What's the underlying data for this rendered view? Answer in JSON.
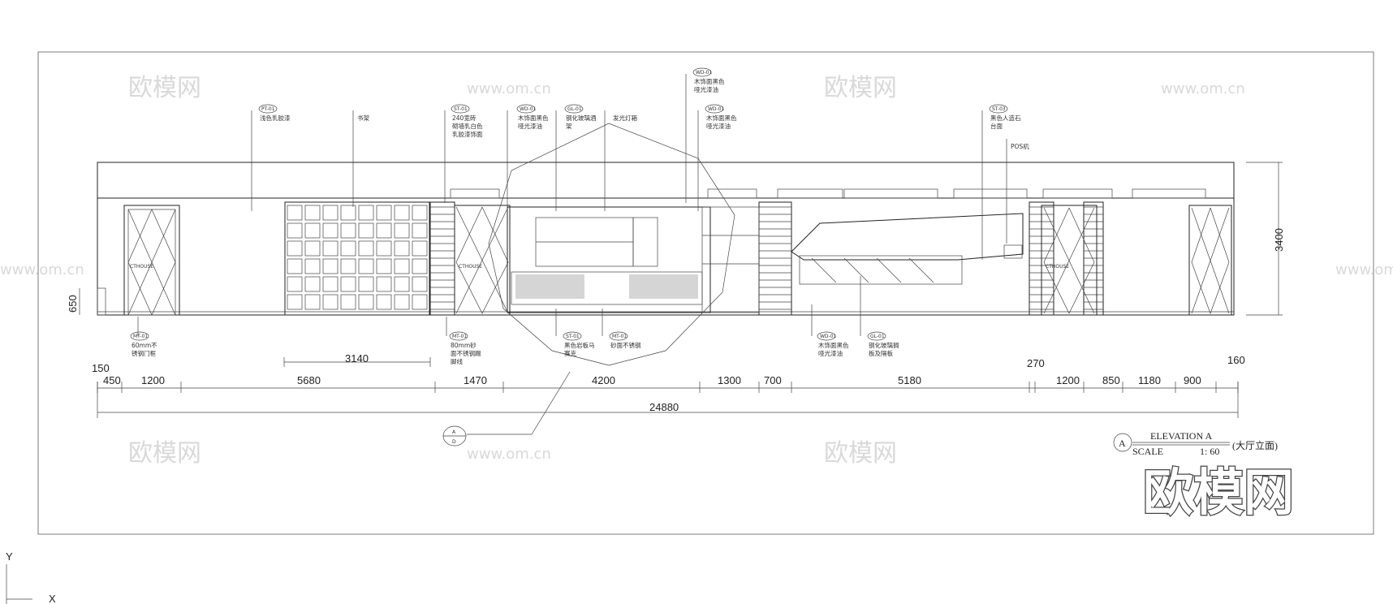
{
  "drawing": {
    "title": "ELEVATION A",
    "title_note": "(大厅立面)",
    "scale_label": "SCALE",
    "scale_value": "1: 60",
    "title_marker": "A",
    "section_marker_top": "A",
    "section_marker_bottom": "D",
    "height_dim": "3400",
    "base_dim": "650",
    "total_dim": "24880",
    "top_small_dims": [
      "150",
      "270",
      "160"
    ],
    "dims": [
      "450",
      "1200",
      "5680",
      "1470",
      "4200",
      "1300",
      "700",
      "5180",
      "1200",
      "850",
      "1180",
      "900"
    ],
    "sub_dim": "3140",
    "door_label": "CTHOUSE",
    "axis_y": "Y",
    "axis_x": "X"
  },
  "annotations": [
    {
      "tag": "PT-01",
      "text": "浅色乳胶漆"
    },
    {
      "tag": "",
      "text": "书架"
    },
    {
      "tag": "ST-01",
      "text": "240宽砖砌墙乳白色乳胶漆饰面"
    },
    {
      "tag": "WD-01",
      "text": "木饰面黑色哑光漆油"
    },
    {
      "tag": "GL-01",
      "text": "钢化玻璃酒架"
    },
    {
      "tag": "",
      "text": "发光灯箱"
    },
    {
      "tag": "WD-01",
      "text": "木饰面黑色哑光漆油"
    },
    {
      "tag": "WD-01",
      "text": "木饰面黑色哑光漆油"
    },
    {
      "tag": "ST-03",
      "text": "黑色人造石台面"
    },
    {
      "tag": "",
      "text": "POS机"
    },
    {
      "tag": "MT-01",
      "text": "60mm不锈钢门框"
    },
    {
      "tag": "MT-01",
      "text": "80mm砂面不锈钢踢脚线"
    },
    {
      "tag": "ST-01",
      "text": "黑色岩板马赛克"
    },
    {
      "tag": "MT-01",
      "text": "砂面不锈钢"
    },
    {
      "tag": "WD-01",
      "text": "木饰面黑色哑光漆油"
    },
    {
      "tag": "GL-01",
      "text": "钢化玻璃搁板及隔板"
    }
  ],
  "watermarks": [
    "欧模网",
    "www.om.cn"
  ],
  "brand": "欧模网"
}
